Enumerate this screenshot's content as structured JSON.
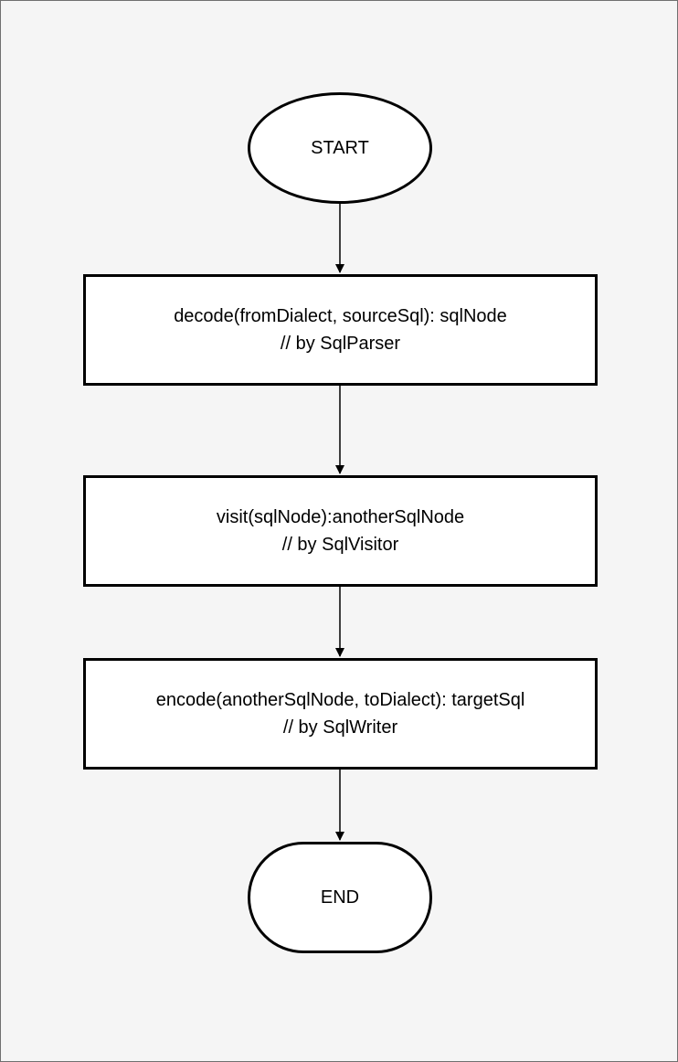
{
  "diagram": {
    "nodes": {
      "start": {
        "label": "START"
      },
      "decode": {
        "line1": "decode(fromDialect, sourceSql): sqlNode",
        "line2": "// by SqlParser"
      },
      "visit": {
        "line1": "visit(sqlNode):anotherSqlNode",
        "line2": "// by SqlVisitor"
      },
      "encode": {
        "line1": "encode(anotherSqlNode, toDialect): targetSql",
        "line2": "// by SqlWriter"
      },
      "end": {
        "label": "END"
      }
    },
    "edges": [
      {
        "from": "start",
        "to": "decode"
      },
      {
        "from": "decode",
        "to": "visit"
      },
      {
        "from": "visit",
        "to": "encode"
      },
      {
        "from": "encode",
        "to": "end"
      }
    ],
    "colors": {
      "background": "#f5f5f5",
      "node_fill": "#ffffff",
      "stroke": "#000000",
      "frame": "#6f6f6f"
    }
  }
}
